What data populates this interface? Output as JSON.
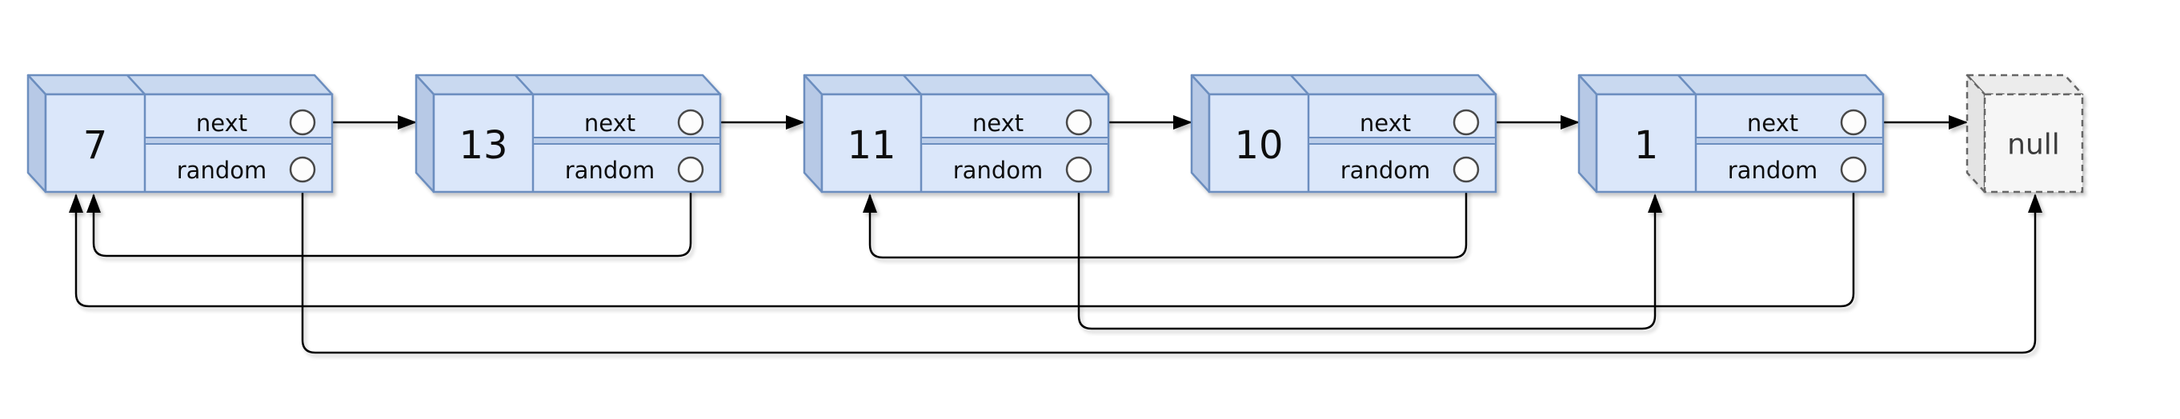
{
  "diagram": {
    "description": "Singly linked list with next and random pointers ending in null",
    "field_labels": {
      "next": "next",
      "random": "random"
    },
    "terminator": {
      "label": "null"
    },
    "nodes": [
      {
        "value": "7",
        "next_target": "13",
        "random_target": "null"
      },
      {
        "value": "13",
        "next_target": "11",
        "random_target": "7"
      },
      {
        "value": "11",
        "next_target": "10",
        "random_target": "1"
      },
      {
        "value": "10",
        "next_target": "1",
        "random_target": "11"
      },
      {
        "value": "1",
        "next_target": "null",
        "random_target": "7"
      }
    ],
    "colors": {
      "node_fill": "#dbe7fa",
      "node_top_fill": "#c9d9f0",
      "node_side_fill": "#b7c9e6",
      "node_stroke": "#6c8ebf",
      "terminator_fill": "#f6f6f6",
      "terminator_stroke": "#666666",
      "arrow": "#000000"
    }
  }
}
